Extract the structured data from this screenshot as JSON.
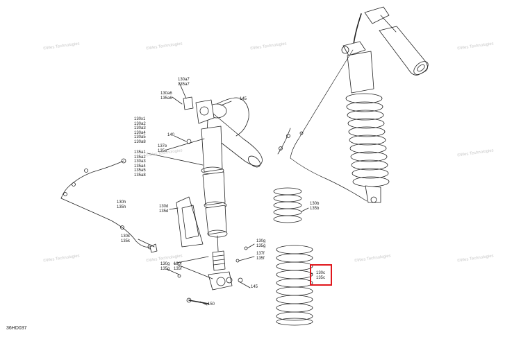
{
  "figure": {
    "id": "36HD037"
  },
  "watermark": "©Wes Technologies",
  "highlight_color": "#e0161c",
  "line_color": "#222222",
  "callouts": [
    {
      "key": "c_130a7",
      "text": "130a7\n135a7"
    },
    {
      "key": "c_130a6",
      "text": "130a6\n135a6"
    },
    {
      "key": "c_145a",
      "text": "145"
    },
    {
      "key": "c_130x",
      "text": "130x1\n130a2\n130a3\n130a4\n130a5\n130a8"
    },
    {
      "key": "c_140",
      "text": "140"
    },
    {
      "key": "c_137e",
      "text": "137e\n135e"
    },
    {
      "key": "c_135x",
      "text": "135a1\n135a2\n130a3\n135a4\n135a5\n135a8"
    },
    {
      "key": "c_130h",
      "text": "130h\n135h"
    },
    {
      "key": "c_130d",
      "text": "130d\n135d"
    },
    {
      "key": "c_130b",
      "text": "130b\n135b"
    },
    {
      "key": "c_130k",
      "text": "130k\n135k"
    },
    {
      "key": "c_130g1",
      "text": "130g\n135g"
    },
    {
      "key": "c_137f",
      "text": "137f\n135f"
    },
    {
      "key": "c_130g2",
      "text": "130g\n135g"
    },
    {
      "key": "c_130f",
      "text": "130f\n135f"
    },
    {
      "key": "c_145b",
      "text": "145"
    },
    {
      "key": "c_150",
      "text": "150"
    },
    {
      "key": "c_130c",
      "text": "130c\n135c"
    }
  ]
}
